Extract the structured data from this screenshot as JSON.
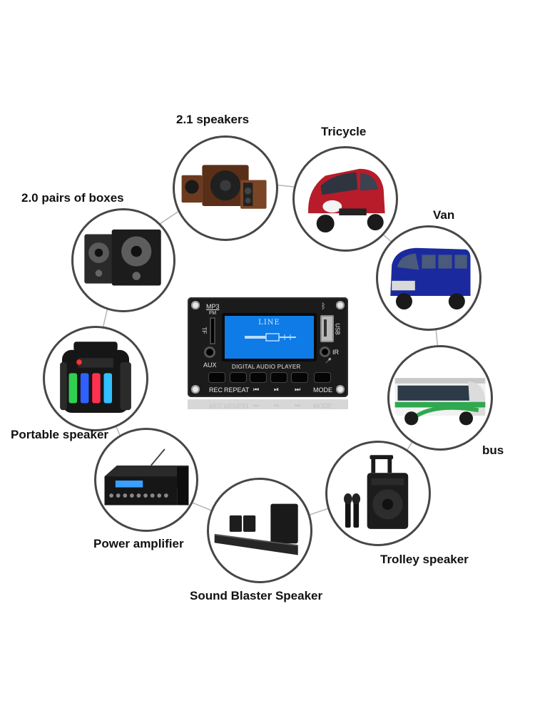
{
  "module": {
    "screen_text": "LINE",
    "mp3": "MP3",
    "fm": "FM",
    "tf": "TF",
    "aux": "AUX",
    "usb": "USB",
    "ir": "IR",
    "mic": "🎤",
    "bluetooth": "ᛒ",
    "title": "DIGITAL AUDIO PLAYER",
    "buttons": [
      "REC",
      "REPEAT",
      "⏮",
      "⏯",
      "⏭",
      "MODE"
    ]
  },
  "labels": {
    "speakers21": "2.1 speakers",
    "tricycle": "Tricycle",
    "pairs20": "2.0 pairs of boxes",
    "van": "Van",
    "portable": "Portable speaker",
    "bus": "bus",
    "amplifier": "Power amplifier",
    "trolley": "Trolley speaker",
    "soundbar": "Sound Blaster Speaker"
  },
  "colors": {
    "ring": "#474747",
    "screen": "#0f7be6",
    "board": "#1b1b1b",
    "line": "#b5b5b5"
  }
}
